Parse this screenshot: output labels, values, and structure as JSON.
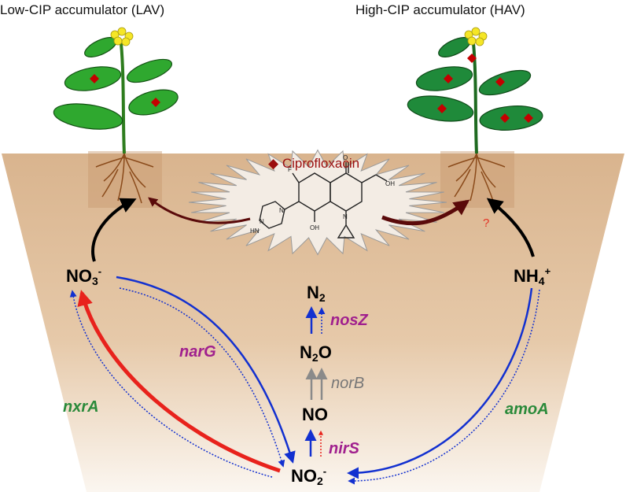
{
  "titles": {
    "left": "Low-CIP accumulator (LAV)",
    "right": "High-CIP accumulator (HAV)"
  },
  "compound": {
    "symbol": "◆",
    "label": "Ciprofloxacin",
    "question_mark": "?",
    "structure_labels": [
      "F",
      "O",
      "OH",
      "OH",
      "N",
      "N",
      "N",
      "HN"
    ]
  },
  "species": {
    "nitrate": {
      "base": "NO",
      "sub": "3",
      "sup": "-"
    },
    "nitrite": {
      "base": "NO",
      "sub": "2",
      "sup": "-"
    },
    "ammonium": {
      "base": "NH",
      "sub": "4",
      "sup": "+"
    },
    "nitric_oxide": {
      "base": "NO"
    },
    "nitrous_oxide": {
      "base": "N",
      "sub": "2",
      "tail": "O"
    },
    "dinitrogen": {
      "base": "N",
      "sub": "2"
    }
  },
  "genes": {
    "narG": "narG",
    "nxrA": "nxrA",
    "amoA": "amoA",
    "nirS": "nirS",
    "norB": "norB",
    "nosZ": "nosZ"
  },
  "colors": {
    "soil_top": "#d9b48e",
    "soil_bottom": "#fbf6f0",
    "leaf_lav": "#2fa82f",
    "leaf_hav": "#1f8a3a",
    "cip_red": "#9b0e0e",
    "nitrification_red": "#e8221c",
    "denitrification_blue": "#1230d0",
    "gene_purple": "#a0208e",
    "gene_green": "#2a8a3a",
    "gene_gray": "#777777"
  }
}
